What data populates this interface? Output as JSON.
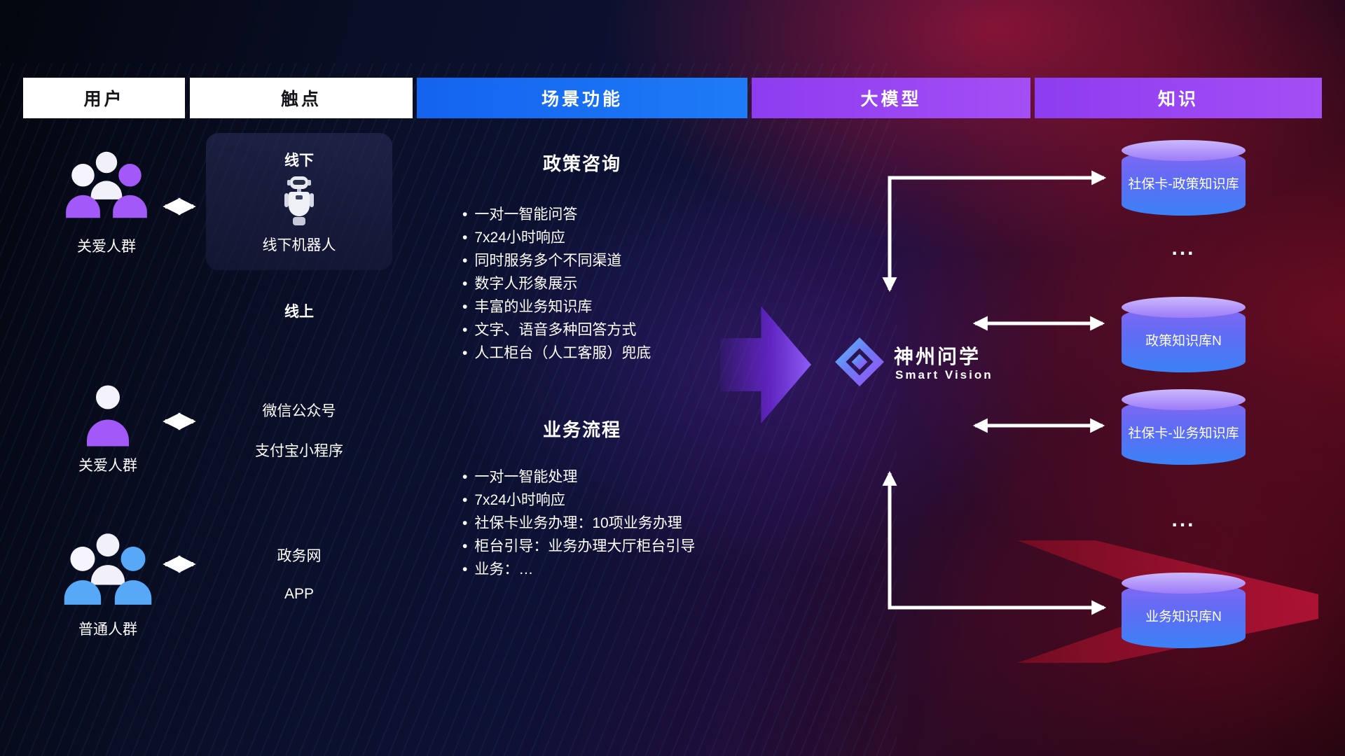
{
  "headers": [
    {
      "label": "用户"
    },
    {
      "label": "触点"
    },
    {
      "label": "场景功能"
    },
    {
      "label": "大模型"
    },
    {
      "label": "知识"
    }
  ],
  "users": [
    {
      "label": "关爱人群"
    },
    {
      "label": "关爱人群"
    },
    {
      "label": "普通人群"
    }
  ],
  "touchpoints": {
    "offline_title": "线下",
    "offline_device": "线下机器人",
    "online_title": "线上",
    "wechat": "微信公众号",
    "alipay": "支付宝小程序",
    "gov": "政务网",
    "app": "APP"
  },
  "scenarios": [
    {
      "title": "政策咨询",
      "items": [
        "一对一智能问答",
        "7x24小时响应",
        "同时服务多个不同渠道",
        "数字人形象展示",
        "丰富的业务知识库",
        "文字、语音多种回答方式",
        "人工柜台（人工客服）兜底"
      ]
    },
    {
      "title": "业务流程",
      "items": [
        "一对一智能处理",
        "7x24小时响应",
        "社保卡业务办理：10项业务办理",
        "柜台引导：业务办理大厅柜台引导",
        "业务：…"
      ]
    }
  ],
  "model": {
    "name": "神州问学",
    "subtitle": "Smart Vision"
  },
  "knowledge": {
    "db1": "社保卡-政策知识库",
    "ellipsis1": "...",
    "db2": "政策知识库N",
    "db3": "社保卡-业务知识库",
    "ellipsis2": "...",
    "db4": "业务知识库N"
  },
  "colors": {
    "header_blue": "#1d6ff2",
    "header_purple": "#9a45f3",
    "accent_purple": "#7c3aed",
    "cylinder_top": "#b39dfa",
    "cylinder_body": "#3b82f6",
    "background_red": "#a51230",
    "people_purple": "#a259f7",
    "people_blue": "#57a8f6",
    "arrow_white": "#ffffff"
  }
}
